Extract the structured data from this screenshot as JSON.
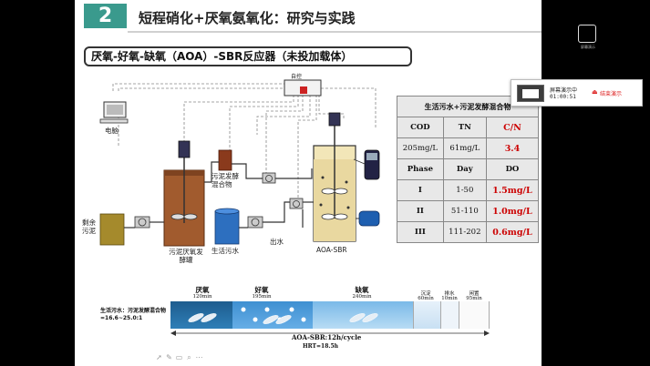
{
  "slide": {
    "title_number": "2",
    "title": "短程硝化+厌氧氨氧化：研究与实践",
    "subtitle": "厌氧-好氧-缺氧（AOA）-SBR反应器（未投加载体）"
  },
  "diagram": {
    "labels": {
      "computer": "电脑",
      "control": "自控",
      "sludge_mix": "污泥发酵混合物",
      "excess_sludge": "剩余污泥",
      "fermenter": "污泥厌氧发酵罐",
      "sewage": "生活污水",
      "effluent": "出水",
      "reactor": "AOA-SBR"
    }
  },
  "table": {
    "title": "生活污水+污泥发酵混合物",
    "rows": [
      [
        "COD",
        "TN",
        "C/N"
      ],
      [
        "205mg/L",
        "61mg/L",
        "3.4"
      ],
      [
        "Phase",
        "Day",
        "DO"
      ],
      [
        "I",
        "1-50",
        "1.5mg/L"
      ],
      [
        "II",
        "51-110",
        "1.0mg/L"
      ],
      [
        "III",
        "111-202",
        "0.6mg/L"
      ]
    ]
  },
  "timeline": {
    "ratio_label": "生活污水：污泥发酵混合物=16.6~25.0:1",
    "phases": [
      {
        "name": "厌氧",
        "duration": "120min"
      },
      {
        "name": "好氧",
        "duration": "195min"
      },
      {
        "name": "缺氧",
        "duration": "240min"
      },
      {
        "name": "沉淀",
        "duration": "60min"
      },
      {
        "name": "排水",
        "duration": "10min"
      },
      {
        "name": "闲置",
        "duration": "95min"
      }
    ],
    "cycle": "AOA-SBR:12h/cycle",
    "hrt": "HRT=18.5h"
  },
  "recorder": {
    "status": "屏幕演示中",
    "time": "01:00:51",
    "stop": "结束演示"
  },
  "right_panel": {
    "camera_label": "屏幕演示"
  },
  "colors": {
    "accent": "#3a9a8d",
    "highlight": "#cc0000"
  }
}
